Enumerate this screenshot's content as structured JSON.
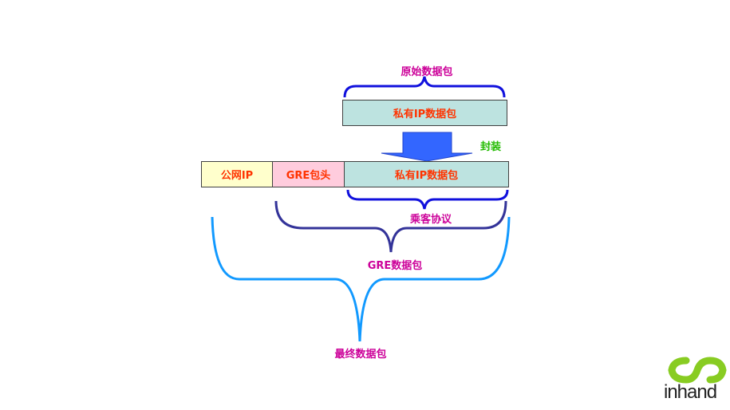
{
  "diagram": {
    "top_label": "原始数据包",
    "private_packet_top": "私有IP数据包",
    "encapsulate_label": "封装",
    "public_ip": "公网IP",
    "gre_header": "GRE包头",
    "private_packet_bottom": "私有IP数据包",
    "passenger_protocol": "乘客协议",
    "gre_packet": "GRE数据包",
    "final_packet": "最终数据包"
  },
  "colors": {
    "label_magenta": "#cc0099",
    "box_text_red": "#ff3300",
    "encapsulate_green": "#22bb00",
    "public_ip_fill": "#ffffcc",
    "gre_header_fill": "#ffccdd",
    "private_fill": "#bde3e0",
    "arrow_blue": "#3366ff",
    "brace_blue": "#1010dd",
    "brace_navy": "#333399",
    "brace_light": "#1199ff",
    "logo_green": "#88cc22"
  },
  "logo": {
    "text": "inhand"
  }
}
